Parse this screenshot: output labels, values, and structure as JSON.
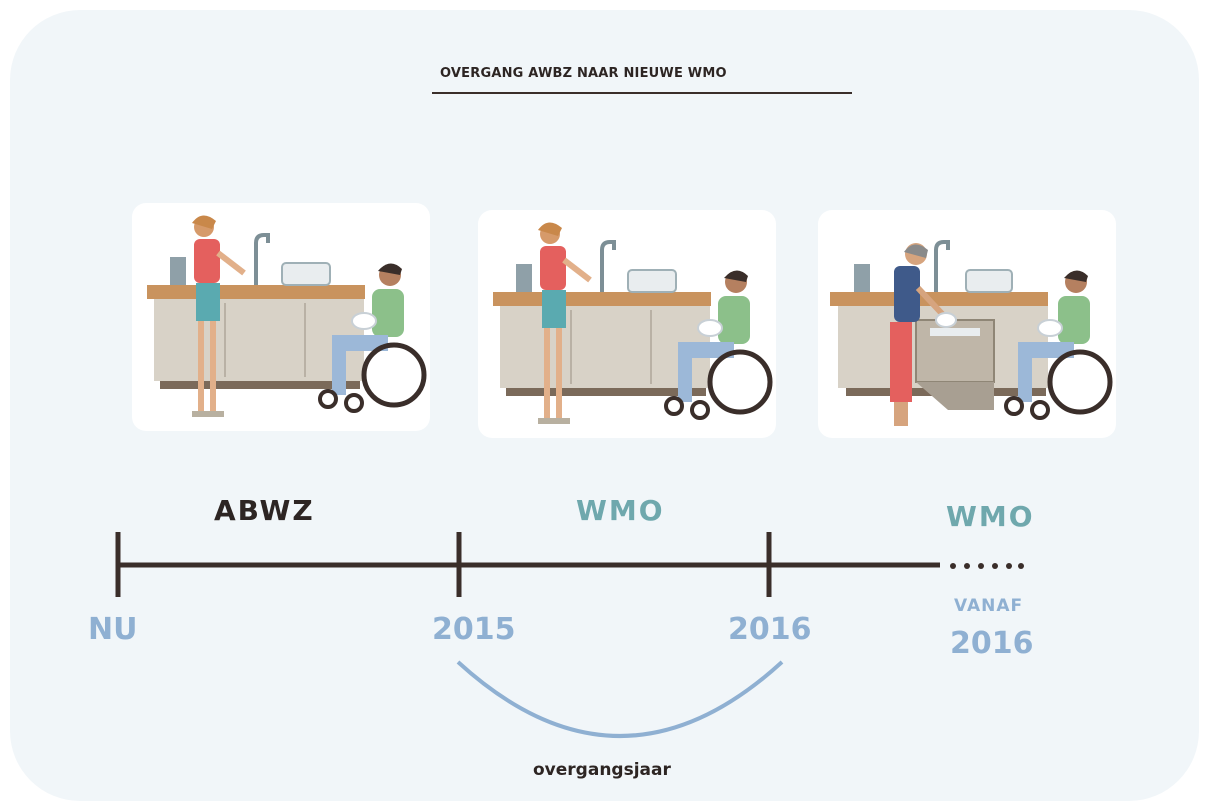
{
  "title": "OVERGANG AWBZ NAAR NIEUWE WMO",
  "eras": [
    "ABWZ",
    "WMO",
    "WMO"
  ],
  "years": {
    "nu": "NU",
    "y2015": "2015",
    "y2016": "2016",
    "vanaf": "VANAF",
    "vanaf_year": "2016"
  },
  "transition_label": "overgangsjaar",
  "colors": {
    "dark": "#2d2523",
    "teal": "#6fa8ad",
    "blue": "#8fb0d2",
    "background": "#f1f6f9"
  },
  "panels": [
    {
      "helper": "young-woman",
      "activity": "washing-dishes-by-hand"
    },
    {
      "helper": "young-woman",
      "activity": "washing-dishes-by-hand"
    },
    {
      "helper": "older-woman",
      "activity": "loading-dishwasher"
    }
  ]
}
